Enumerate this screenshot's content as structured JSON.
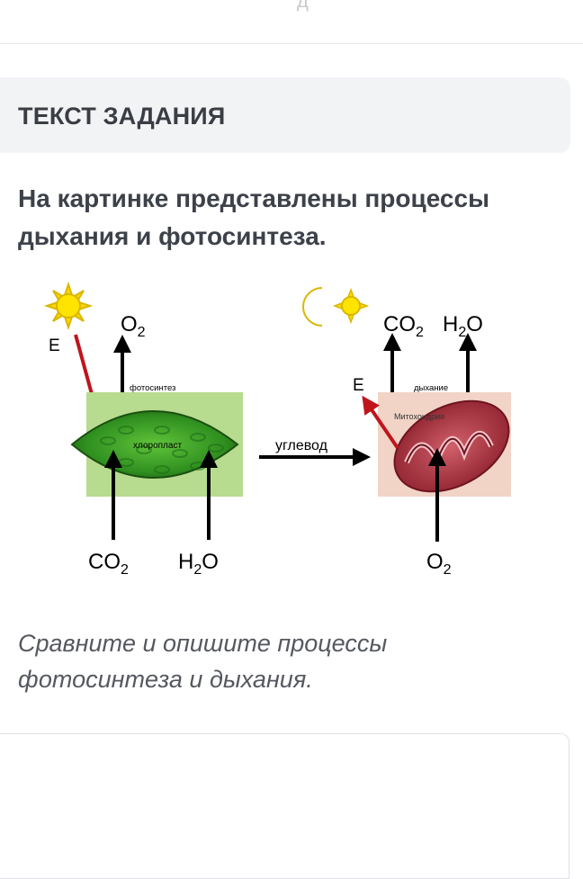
{
  "top_bar": {
    "partial_text": "д"
  },
  "task_header": {
    "title": "ТЕКСТ ЗАДАНИЯ"
  },
  "question": {
    "text": "На картинке представлены процессы дыхания и фотосинтеза."
  },
  "diagram": {
    "photosynthesis": {
      "energy": "E",
      "o2_out": "O",
      "o2_sub": "2",
      "process": "фотосинтез",
      "organelle": "хлоропласт",
      "co2_in": "CO",
      "co2_sub": "2",
      "h2o_in_h": "H",
      "h2o_in_sub": "2",
      "h2o_in_o": "O"
    },
    "transfer": {
      "label": "углевод"
    },
    "respiration": {
      "energy": "E",
      "process": "дыхание",
      "organelle": "Митохондрия",
      "co2_out": "CO",
      "co2_sub": "2",
      "h2o_out_h": "H",
      "h2o_out_sub": "2",
      "h2o_out_o": "O",
      "o2_in": "O",
      "o2_sub": "2"
    }
  },
  "instruction": {
    "text": " Сравните и опишите процессы фотосинтеза и дыхания."
  },
  "answer": {
    "value": ""
  }
}
